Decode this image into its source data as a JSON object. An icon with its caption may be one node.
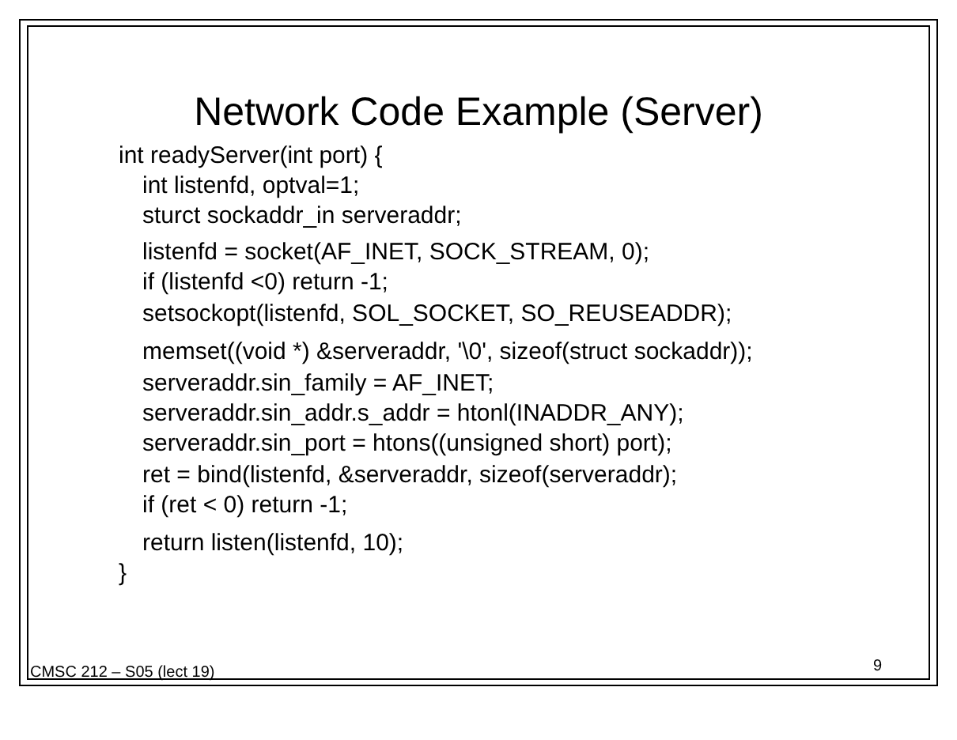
{
  "diagram": {
    "title": "Network Code Example (Server)",
    "labels": [
      "int readyServer(int port) {",
      "int listenfd, optval=1;",
      "sturct sockaddr_in serveraddr;",
      "listenfd = socket(AF_INET, SOCK_STREAM, 0);",
      "if (listenfd <0) return -1;",
      "setsockopt(listenfd, SOL_SOCKET, SO_REUSEADDR);",
      "memset((void *) &serveraddr, '\\0', sizeof(struct sockaddr));",
      "serveraddr.sin_family = AF_INET;",
      "serveraddr.sin_addr.s_addr = htonl(INADDR_ANY);",
      "serveraddr.sin_port = htons((unsigned short) port);",
      "ret = bind(listenfd, &serveraddr, sizeof(serveraddr);",
      "if (ret < 0) return -1;",
      "return listen(listenfd, 10);",
      "}",
      "CMSC 212 – S05 (lect 19)",
      "9"
    ]
  }
}
